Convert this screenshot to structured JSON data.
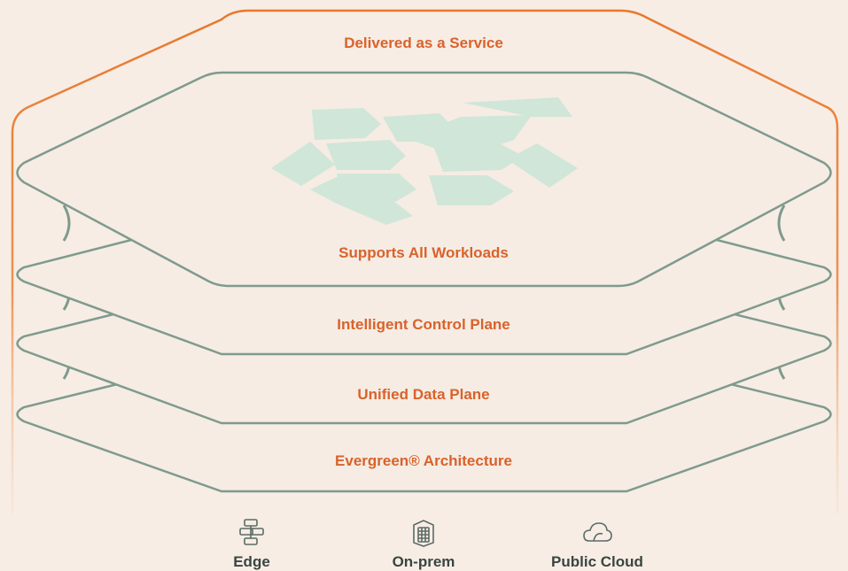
{
  "outer": {
    "label": "Delivered as a Service"
  },
  "layers": [
    {
      "id": "workloads",
      "label": "Supports All Workloads"
    },
    {
      "id": "control",
      "label": "Intelligent Control Plane"
    },
    {
      "id": "data",
      "label": "Unified Data Plane"
    },
    {
      "id": "evergreen",
      "label": "Evergreen® Architecture"
    }
  ],
  "environments": [
    {
      "label": "Edge",
      "icon": "edge-icon"
    },
    {
      "label": "On-prem",
      "icon": "on-prem-icon"
    },
    {
      "label": "Public Cloud",
      "icon": "cloud-icon"
    }
  ],
  "colors": {
    "background": "#f7ede4",
    "outer_line": "#e8782f",
    "layer_line": "#7f9a8e",
    "layer_fill": "#f6ece3",
    "label": "#d9622b",
    "tiles": "#cfe6d8",
    "icon": "#5c6b66"
  }
}
